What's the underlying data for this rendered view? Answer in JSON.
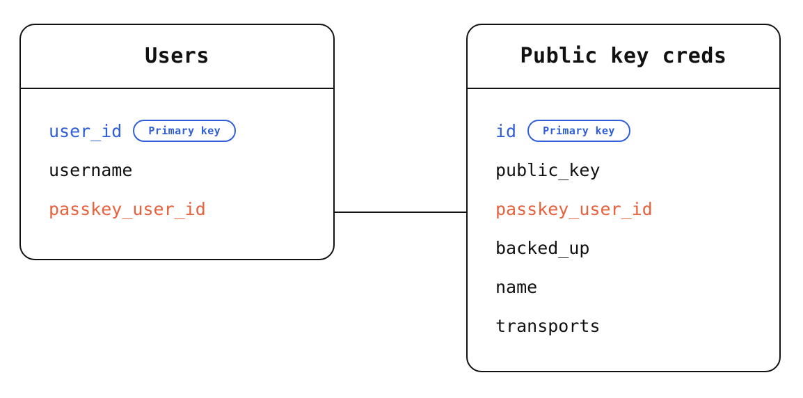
{
  "diagram": {
    "type": "entity-relationship-diagram",
    "background_color": "#ffffff",
    "colors": {
      "border": "#111111",
      "primary_key": "#2f5ed8",
      "foreign_key": "#e8603c",
      "plain_field": "#111111"
    },
    "entities": [
      {
        "id": "users",
        "title": "Users",
        "fields": [
          {
            "name": "user_id",
            "role": "key",
            "badge": "Primary key"
          },
          {
            "name": "username",
            "role": "plain",
            "badge": null
          },
          {
            "name": "passkey_user_id",
            "role": "fkey",
            "badge": null
          }
        ]
      },
      {
        "id": "public_key_creds",
        "title": "Public key creds",
        "fields": [
          {
            "name": "id",
            "role": "key",
            "badge": "Primary key"
          },
          {
            "name": "public_key",
            "role": "plain",
            "badge": null
          },
          {
            "name": "passkey_user_id",
            "role": "fkey",
            "badge": null
          },
          {
            "name": "backed_up",
            "role": "plain",
            "badge": null
          },
          {
            "name": "name",
            "role": "plain",
            "badge": null
          },
          {
            "name": "transports",
            "role": "plain",
            "badge": null
          }
        ]
      }
    ],
    "relationships": [
      {
        "from_entity": "users",
        "from_field": "passkey_user_id",
        "to_entity": "public_key_creds",
        "to_field": "passkey_user_id",
        "style": "solid-line"
      }
    ]
  }
}
